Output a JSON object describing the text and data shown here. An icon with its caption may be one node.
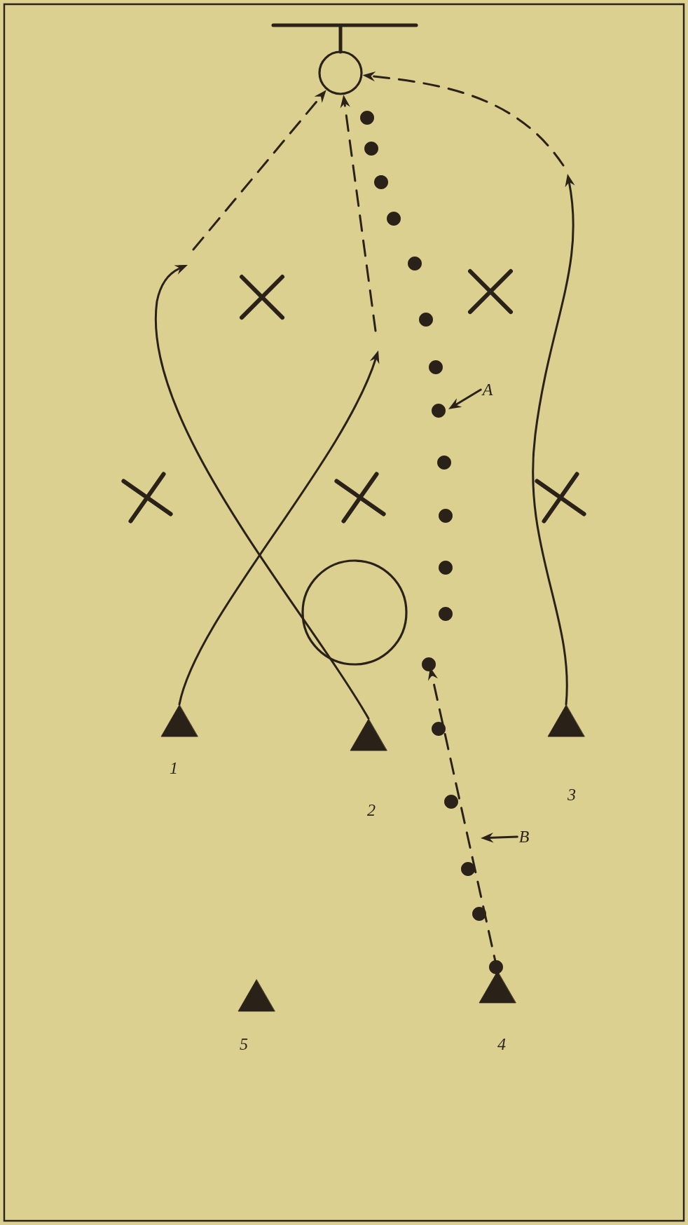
{
  "diagram": {
    "nodes": [
      {
        "text": [],
        "shape": "circle"
      },
      {
        "text": [],
        "shape": "cross"
      },
      {
        "text": [],
        "shape": "cross"
      },
      {
        "text": [
          "A"
        ]
      },
      {
        "text": [],
        "shape": "cross"
      },
      {
        "text": [],
        "shape": "cross"
      },
      {
        "text": [],
        "shape": "cross"
      },
      {
        "text": [],
        "shape": "circle"
      },
      {
        "text": [],
        "shape": "triangle",
        "beside": [
          "1"
        ]
      },
      {
        "text": [],
        "shape": "triangle",
        "beside": [
          "2"
        ]
      },
      {
        "text": [],
        "shape": "triangle",
        "beside": [
          "3"
        ]
      },
      {
        "text": [
          "B"
        ]
      },
      {
        "text": [],
        "shape": "triangle",
        "beside": [
          "5"
        ]
      },
      {
        "text": [],
        "shape": "triangle",
        "beside": [
          "4"
        ]
      }
    ],
    "edges": [
      {
        "from": 8,
        "to": null,
        "arrow": "to"
      },
      {
        "from": null,
        "to": 0,
        "arrow": "to",
        "style": "dashed"
      },
      {
        "from": 9,
        "to": null,
        "arrow": "to"
      },
      {
        "from": null,
        "to": 0,
        "arrow": "to",
        "style": "dashed"
      },
      {
        "from": 10,
        "to": null,
        "arrow": "to"
      },
      {
        "from": null,
        "to": 0,
        "arrow": "to",
        "style": "dashed"
      },
      {
        "from": 13,
        "to": null,
        "arrow": "to",
        "style": "dashed"
      },
      {
        "from": 3,
        "to": null,
        "arrow": "to"
      },
      {
        "from": 11,
        "to": null,
        "arrow": "to"
      }
    ]
  }
}
